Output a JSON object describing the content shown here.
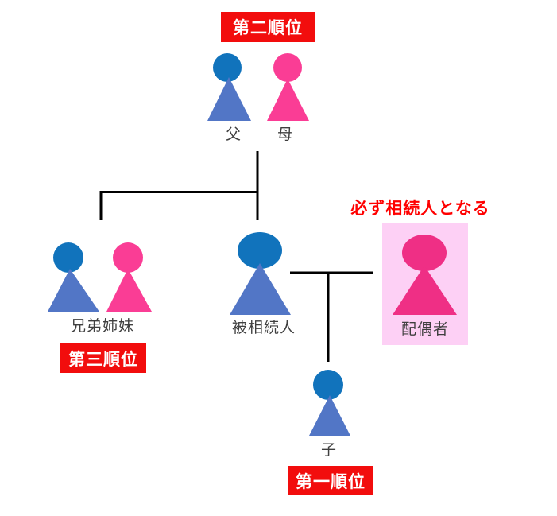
{
  "diagram": {
    "title_meaning": "",
    "annotation_spouse": "必ず相続人となる",
    "ranks": {
      "first": "第一順位",
      "second": "第二順位",
      "third": "第三順位"
    },
    "people": {
      "father": "父",
      "mother": "母",
      "siblings": "兄弟姉妹",
      "decedent": "被相続人",
      "spouse": "配偶者",
      "child": "子"
    }
  },
  "colors": {
    "male_head": "#1173bc",
    "male_body": "#5276c6",
    "female_pink": "#fa3d95",
    "spouse_pink": "#ef2f85",
    "highlight_bg": "#fdd0f5",
    "rank_box_bg": "#f20d0d",
    "rank_box_text": "#ffffff",
    "annotation_red": "#ff0000",
    "line_black": "#000000",
    "label_text": "#3f3f3f"
  }
}
